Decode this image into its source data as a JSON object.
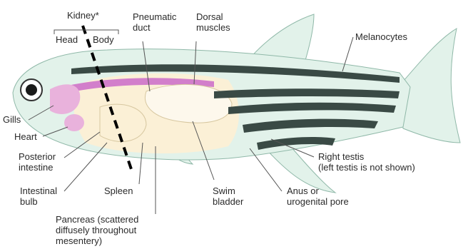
{
  "labels": {
    "kidney": "Kidney*",
    "head": "Head",
    "body": "Body",
    "pneumatic_duct": "Pneumatic\nduct",
    "dorsal_muscles": "Dorsal\nmuscles",
    "melanocytes": "Melanocytes",
    "gills": "Gills",
    "heart": "Heart",
    "posterior_intestine": "Posterior\nintestine",
    "intestinal_bulb": "Intestinal\nbulb",
    "spleen": "Spleen",
    "swim_bladder": "Swim\nbladder",
    "anus": "Anus or\nurogenital pore",
    "right_testis": "Right testis\n(left testis is not shown)",
    "pancreas": "Pancreas (scattered\ndiffusely throughout\nmesentery)"
  },
  "colors": {
    "skin": "#e2f2ea",
    "stripe": "#3a4a45",
    "cream": "#fbf0d6",
    "pink": "#e9b2dc",
    "magenta": "#d27fcb",
    "line": "#555555",
    "text": "#2a2a2a"
  }
}
